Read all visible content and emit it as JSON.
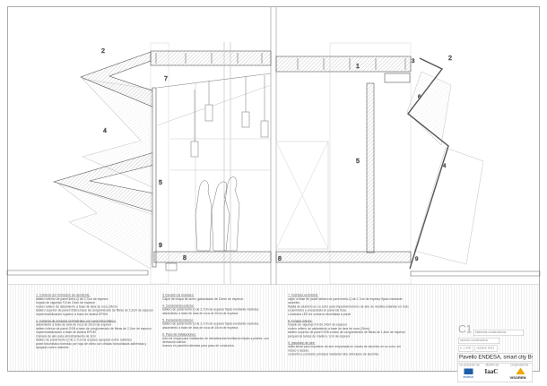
{
  "section_labels": {
    "left": {
      "l2": "2",
      "l7": "7",
      "l4": "4",
      "l5": "5",
      "l9": "9",
      "l8": "8"
    },
    "right": {
      "l1": "1",
      "l2": "2",
      "l3": "3",
      "l6": "6",
      "l4": "4",
      "l5": "5",
      "l8": "8",
      "l9": "9"
    }
  },
  "notes": [
    {
      "title": "1. Cubierta con formación de pendiente:",
      "lines": [
        "tablero inferior de panel kerto-Q de 2,7cm de espesor",
        "forjado de viguetas FJI de 24cm de espesor",
        "núcleo relleno de aislamiento a base de lana de roca (24cm)",
        "tablero superior de panel OSB a base de conglomerado de fibras de 2,2cm de espesor",
        "impermeabilización superior a base de lámina EPDM"
      ]
    },
    {
      "title": "2. Cubierta de módulos perimetrales con panel fotovoltaico:",
      "lines": [
        "aislamiento a base de lana de roca de 10cm de espesor",
        "tablero inferior de panel OSB a base de conglomerado de fibras de 2,2cm de espesor",
        "impermeabilización a base de lámina EPDM",
        "Cámara de aire para arriostramiento de 3cm",
        "tablero de panel kerto-Q de 2,7cm de espesor apoyado sobre rastreles",
        "panel fotovoltaico formado por hoja de vidrio con células fotovoltaicas adheridas y apoyado sobre rastreles"
      ]
    },
    {
      "title": "3.Canalón de pluviales:",
      "lines": [
        "Cajón de chapa de acero galvanizado de 10mm de espesor."
      ]
    },
    {
      "title": "4. Cerramiento exterior:",
      "lines": [
        "tablero de panel kerto-Q de 2,7cm de espesor fijado mediante rastreles.",
        "aislamiento a base de lana de roca de 10cm de espesor."
      ]
    },
    {
      "title": "5. Cerramiento interior:",
      "lines": [
        "tablero de panel kerto-Q de 2,7cm de espesor fijado mediante rastreles.",
        "aislamiento a base de lana de roca de 10cm de espesor."
      ]
    },
    {
      "title": "6. Paso de instalaciones:",
      "lines": [
        "tubo de chapa para instalación de climatización/ventilación fijado a pilares, con derivación lateral.",
        "huecos en paneles laterales para paso de conductos."
      ]
    },
    {
      "title": "7. Fachada perimetral:",
      "lines": [
        "cajón a base de panel tablero de panel kerto-Q de 2,7cm de espesor fijado mediante rastreles.",
        "Rejilla de aluminio en su color para impulsión/retorno de aire de medida estándar en todo el perímetro y encastrado en panel de fosa.",
        "Luminaria LED de contorno atornillada a panel"
      ]
    },
    {
      "title": "8. Forjado inferior:",
      "lines": [
        "forjado de viguetas FJI de 24cm de espesor",
        "núcleo relleno de aislamiento a base de lana de roca (15cm).",
        "tablero superior de panel OSB a base de conglomerado de fibras de 1,8cm de espesor.",
        "parquet de lamas de madera. 1cm de espesor"
      ]
    },
    {
      "title": "9. Impulsión de aire:",
      "lines": [
        "rejilla lineal para impulsión de aire empotrada en zócalo de aluminio en su color, sin marco y lacado.",
        "conexión a conducto principal mediante tubo articulado de aluminio."
      ]
    }
  ],
  "title_block": {
    "code": "C1",
    "category": "sistemas constructivos",
    "sheet": "seccion constructiva",
    "scale": "e. 1:100",
    "date": "octubre 2011",
    "project": "Pavello ENDESA, smart city BCN",
    "credit_project": "un proyecto de",
    "credit_design": "diseño de",
    "credit_owner": "propiedad de",
    "logo_endesa": "endesa",
    "logo_iaac": "IaaC",
    "logo_visoren": "VISOREN"
  }
}
